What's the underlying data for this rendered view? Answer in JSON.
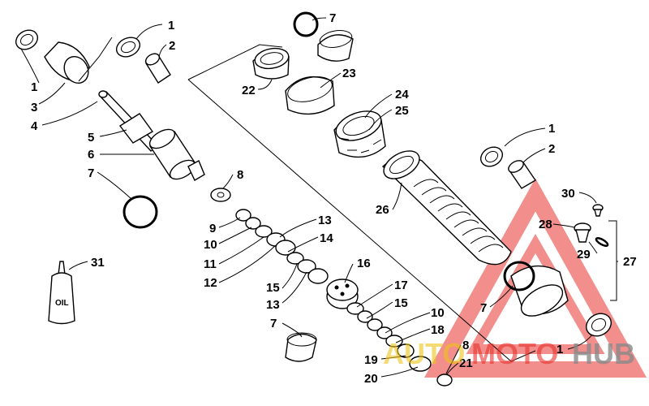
{
  "diagram": {
    "oil_label": "OIL",
    "callouts": [
      {
        "id": "c1a",
        "text": "1"
      },
      {
        "id": "c2a",
        "text": "2"
      },
      {
        "id": "c1b",
        "text": "1"
      },
      {
        "id": "c3",
        "text": "3"
      },
      {
        "id": "c4",
        "text": "4"
      },
      {
        "id": "c5",
        "text": "5"
      },
      {
        "id": "c6",
        "text": "6"
      },
      {
        "id": "c7a",
        "text": "7"
      },
      {
        "id": "c8a",
        "text": "8"
      },
      {
        "id": "c9",
        "text": "9"
      },
      {
        "id": "c10a",
        "text": "10"
      },
      {
        "id": "c11",
        "text": "11"
      },
      {
        "id": "c12",
        "text": "12"
      },
      {
        "id": "c13a",
        "text": "13"
      },
      {
        "id": "c14",
        "text": "14"
      },
      {
        "id": "c15a",
        "text": "15"
      },
      {
        "id": "c13b",
        "text": "13"
      },
      {
        "id": "c16",
        "text": "16"
      },
      {
        "id": "c17",
        "text": "17"
      },
      {
        "id": "c15b",
        "text": "15"
      },
      {
        "id": "c10b",
        "text": "10"
      },
      {
        "id": "c18",
        "text": "18"
      },
      {
        "id": "c8b",
        "text": "8"
      },
      {
        "id": "c19",
        "text": "19"
      },
      {
        "id": "c21",
        "text": "21"
      },
      {
        "id": "c20",
        "text": "20"
      },
      {
        "id": "c7b",
        "text": "7"
      },
      {
        "id": "c7c",
        "text": "7"
      },
      {
        "id": "c22",
        "text": "22"
      },
      {
        "id": "c23",
        "text": "23"
      },
      {
        "id": "c24",
        "text": "24"
      },
      {
        "id": "c25",
        "text": "25"
      },
      {
        "id": "c26",
        "text": "26"
      },
      {
        "id": "c1c",
        "text": "1"
      },
      {
        "id": "c2b",
        "text": "2"
      },
      {
        "id": "c30",
        "text": "30"
      },
      {
        "id": "c28",
        "text": "28"
      },
      {
        "id": "c29",
        "text": "29"
      },
      {
        "id": "c27",
        "text": "27"
      },
      {
        "id": "c7d",
        "text": "7"
      },
      {
        "id": "c1d",
        "text": "1"
      },
      {
        "id": "c31",
        "text": "31"
      }
    ]
  },
  "watermark": {
    "part1": "AUTO",
    "part2": "MOTO",
    "part3": "HUB",
    "color_red": "#e8322d",
    "color_gold": "#f0c418",
    "color_gray": "#8a8a8a"
  }
}
